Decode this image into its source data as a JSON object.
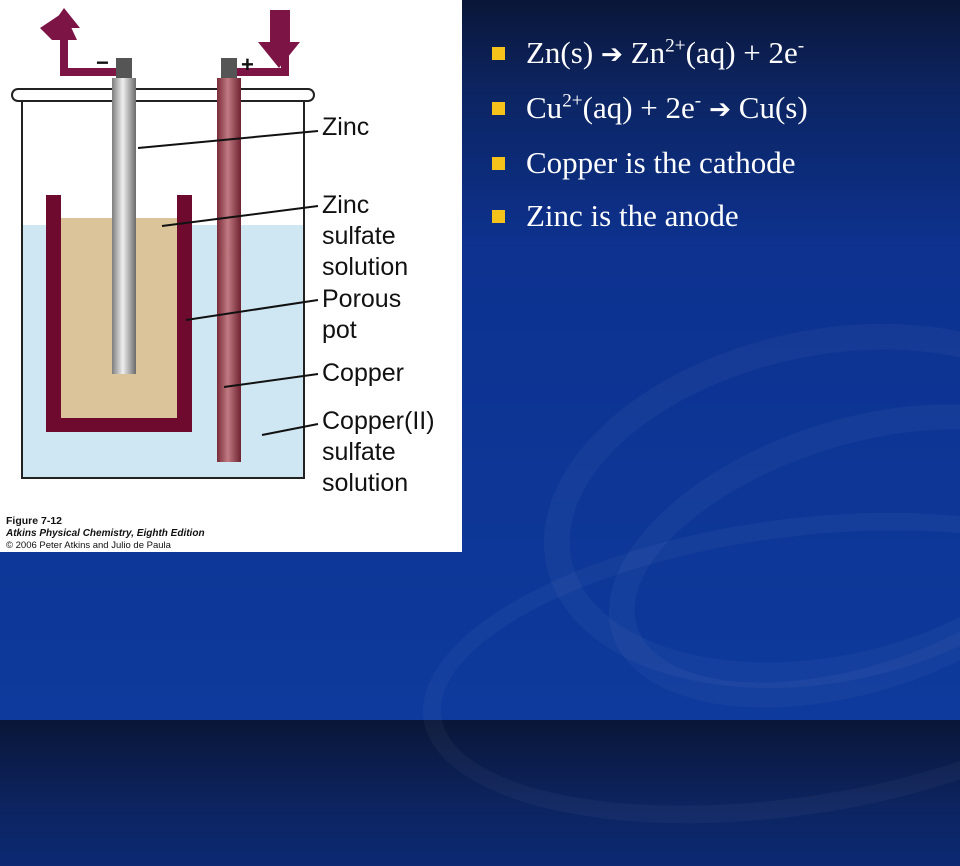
{
  "figure": {
    "labels": {
      "zinc": "Zinc",
      "zinc_sulfate": "Zinc\nsulfate\nsolution",
      "porous_pot": "Porous\npot",
      "copper": "Copper",
      "copper_sulfate": "Copper(II)\nsulfate\nsolution"
    },
    "terminals": {
      "negative": "−",
      "positive": "+"
    },
    "caption": {
      "figure_number": "Figure 7-12",
      "book": "Atkins Physical Chemistry, Eighth Edition",
      "copyright": "© 2006 Peter Atkins and Julio de Paula"
    },
    "colors": {
      "solution": "#cfe6f3",
      "porous_pot": "#6e0a2e",
      "zinc_sulfate": "#dcc49a",
      "copper_rod": "#a45a64",
      "arrow": "#7c1446"
    }
  },
  "bullets": {
    "b1": {
      "a": "Zn(s) ",
      "arrow": "➔",
      "b": " Zn",
      "sup1": "2+",
      "c": "(aq) + 2e",
      "sup2": "-"
    },
    "b2": {
      "a": "Cu",
      "sup1": "2+",
      "b": "(aq) + 2e",
      "sup2": "-",
      "c": " ",
      "arrow": "➔",
      "d": " Cu(s)"
    },
    "b3": "Copper is the cathode",
    "b4": "Zinc is the anode"
  },
  "colors": {
    "bullet_marker": "#f4c21a",
    "text": "#ffffff",
    "background": "#0d3a9c"
  }
}
